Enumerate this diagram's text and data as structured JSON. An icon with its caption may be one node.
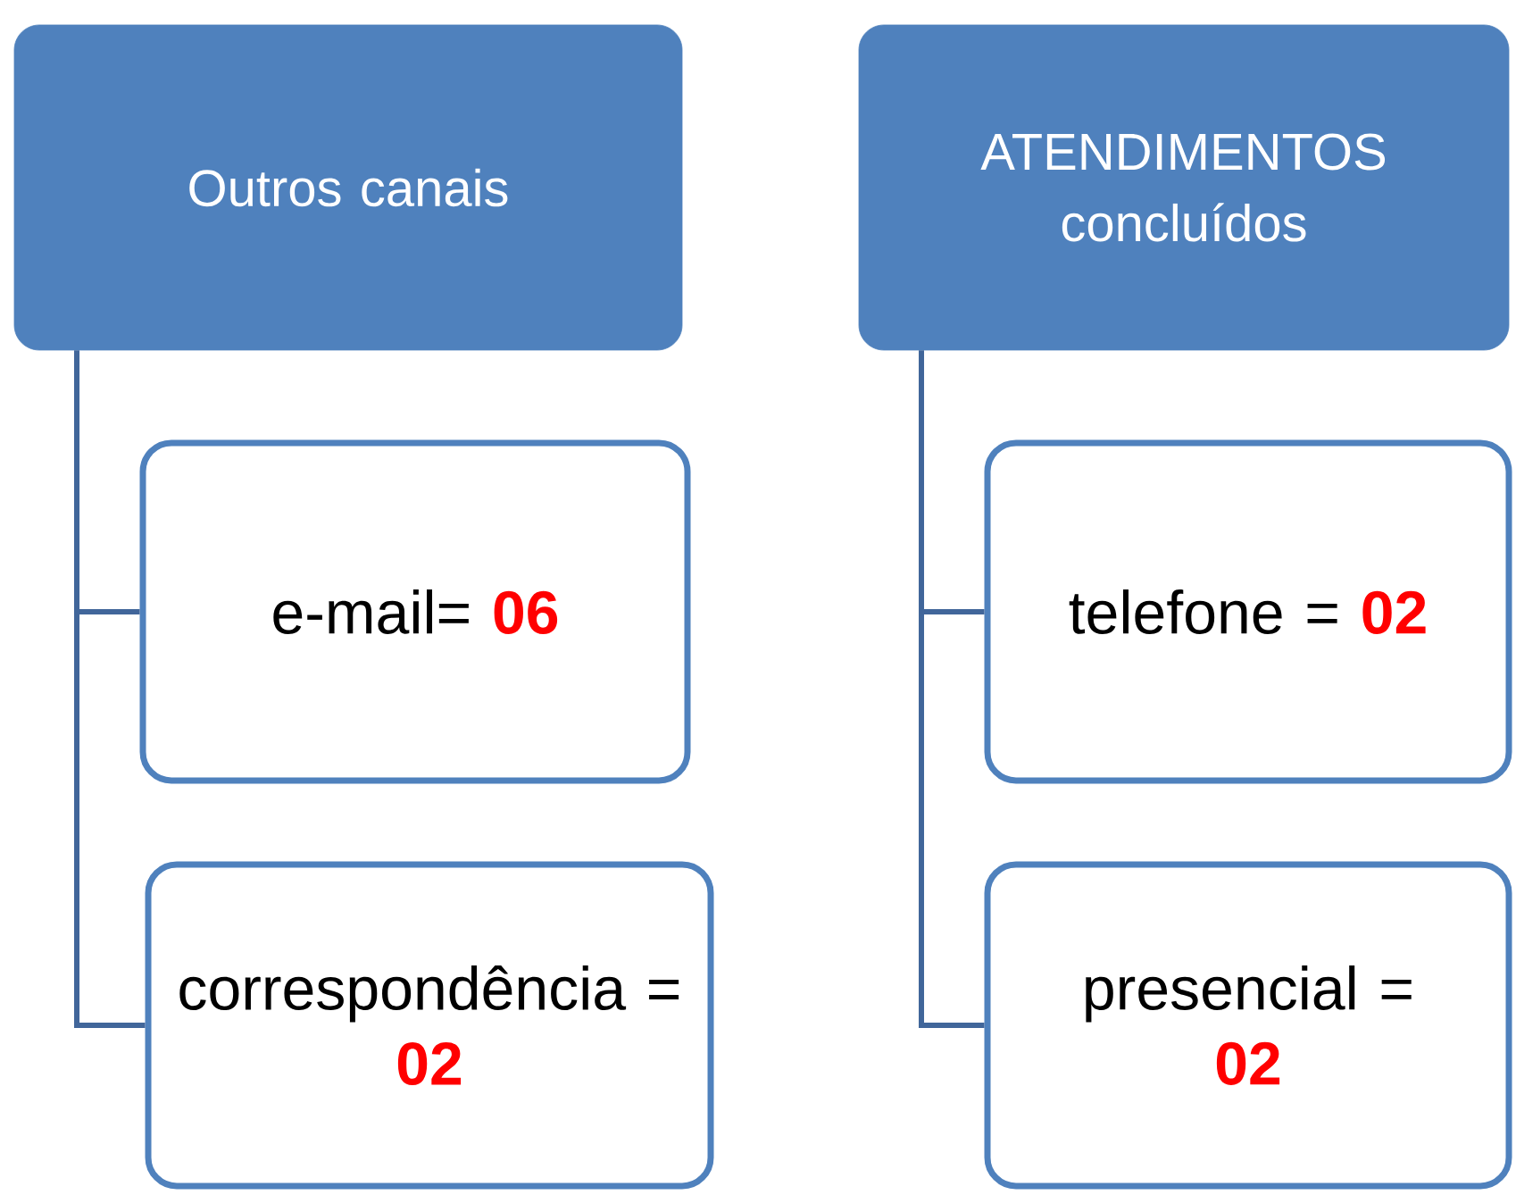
{
  "diagram": {
    "nodes": [
      {
        "text": [
          "Outros canais"
        ]
      },
      {
        "text": [
          "e-mail=",
          "06"
        ]
      },
      {
        "text": [
          "correspondência =",
          "02"
        ]
      },
      {
        "text": [
          "ATENDIMENTOS",
          "concluídos"
        ]
      },
      {
        "text": [
          "telefone =",
          "02"
        ]
      },
      {
        "text": [
          "presencial =",
          "02"
        ]
      }
    ],
    "edges": [
      {
        "from": 0,
        "to": 1,
        "arrow": "none"
      },
      {
        "from": 0,
        "to": 2,
        "arrow": "none"
      },
      {
        "from": 3,
        "to": 4,
        "arrow": "none"
      },
      {
        "from": 3,
        "to": 5,
        "arrow": "none"
      }
    ]
  }
}
